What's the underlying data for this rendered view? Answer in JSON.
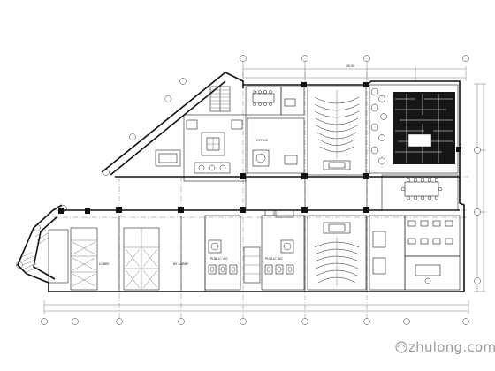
{
  "watermark": {
    "text": "zhulong.com"
  },
  "room_labels": {
    "west_hall": "LOBBY",
    "mid_hall": "BY LOBBY",
    "toilet_a": "PUBLIC WC",
    "toilet_b": "PUBLIC WC",
    "office": "OFFICE"
  },
  "dimensions": {
    "top_total": "98.60"
  },
  "legend_colors": {
    "line": "#111111",
    "hatch": "#161616",
    "watermark": "#9a9a9a"
  }
}
